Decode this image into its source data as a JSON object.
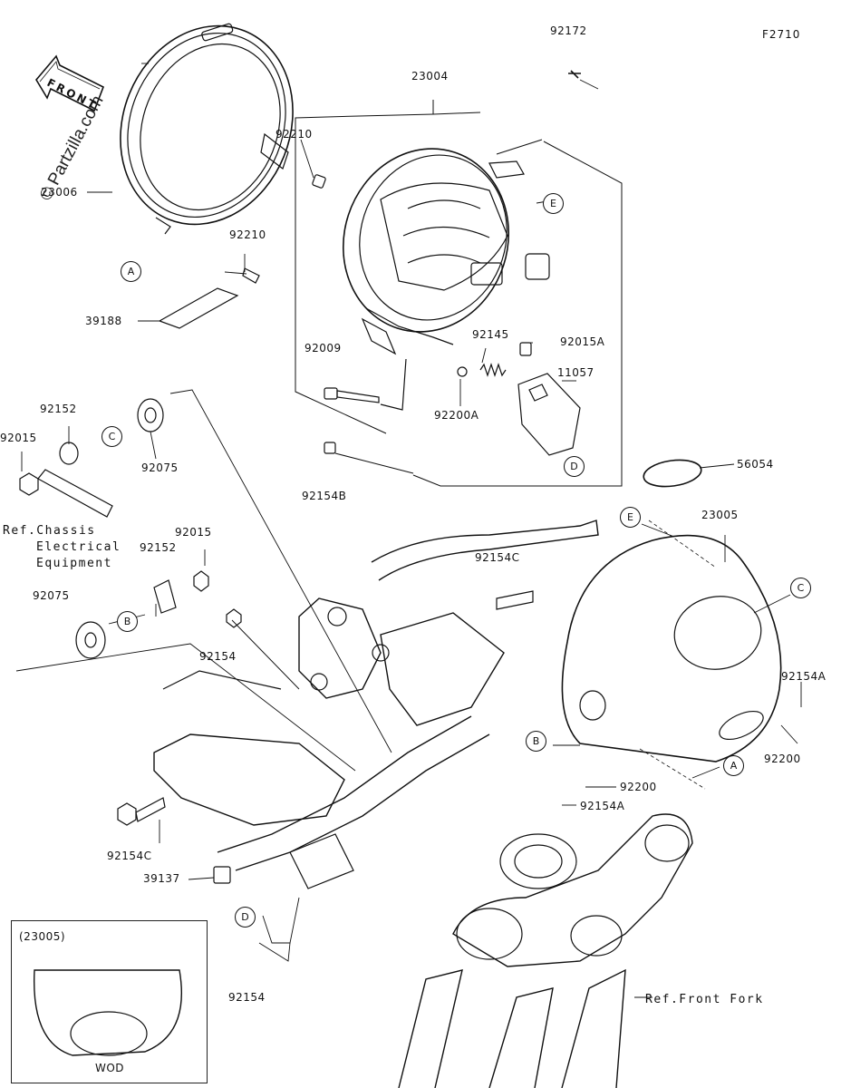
{
  "sheet_code": "F2710",
  "watermark": "© Partzilla.com",
  "front_arrow_label": "FRONT",
  "part_labels": [
    {
      "id": "92172",
      "text": "92172"
    },
    {
      "id": "23004",
      "text": "23004"
    },
    {
      "id": "92210a",
      "text": "92210"
    },
    {
      "id": "23006",
      "text": "23006"
    },
    {
      "id": "92210b",
      "text": "92210"
    },
    {
      "id": "39188",
      "text": "39188"
    },
    {
      "id": "92009",
      "text": "92009"
    },
    {
      "id": "92145",
      "text": "92145"
    },
    {
      "id": "92015A",
      "text": "92015A"
    },
    {
      "id": "11057",
      "text": "11057"
    },
    {
      "id": "92200A",
      "text": "92200A"
    },
    {
      "id": "92154B",
      "text": "92154B"
    },
    {
      "id": "92152a",
      "text": "92152"
    },
    {
      "id": "92015a",
      "text": "92015"
    },
    {
      "id": "92075a",
      "text": "92075"
    },
    {
      "id": "56054",
      "text": "56054"
    },
    {
      "id": "23005",
      "text": "23005"
    },
    {
      "id": "92015b",
      "text": "92015"
    },
    {
      "id": "92152b",
      "text": "92152"
    },
    {
      "id": "92154Ca",
      "text": "92154C"
    },
    {
      "id": "92075b",
      "text": "92075"
    },
    {
      "id": "92154a",
      "text": "92154"
    },
    {
      "id": "92154A1",
      "text": "92154A"
    },
    {
      "id": "92200a",
      "text": "92200"
    },
    {
      "id": "92200b",
      "text": "92200"
    },
    {
      "id": "92154A2",
      "text": "92154A"
    },
    {
      "id": "92154Cb",
      "text": "92154C"
    },
    {
      "id": "39137",
      "text": "39137"
    },
    {
      "id": "92154b",
      "text": "92154"
    }
  ],
  "ref_notes": {
    "chassis_line1": "Ref.Chassis",
    "chassis_line2": "Electrical",
    "chassis_line3": "Equipment",
    "front_fork": "Ref.Front Fork"
  },
  "callouts": {
    "A1": "A",
    "A2": "A",
    "B1": "B",
    "B2": "B",
    "C1": "C",
    "C2": "C",
    "D1": "D",
    "D2": "D",
    "E1": "E",
    "E2": "E"
  },
  "inset": {
    "part_ref": "(23005)",
    "variant": "WOD"
  }
}
